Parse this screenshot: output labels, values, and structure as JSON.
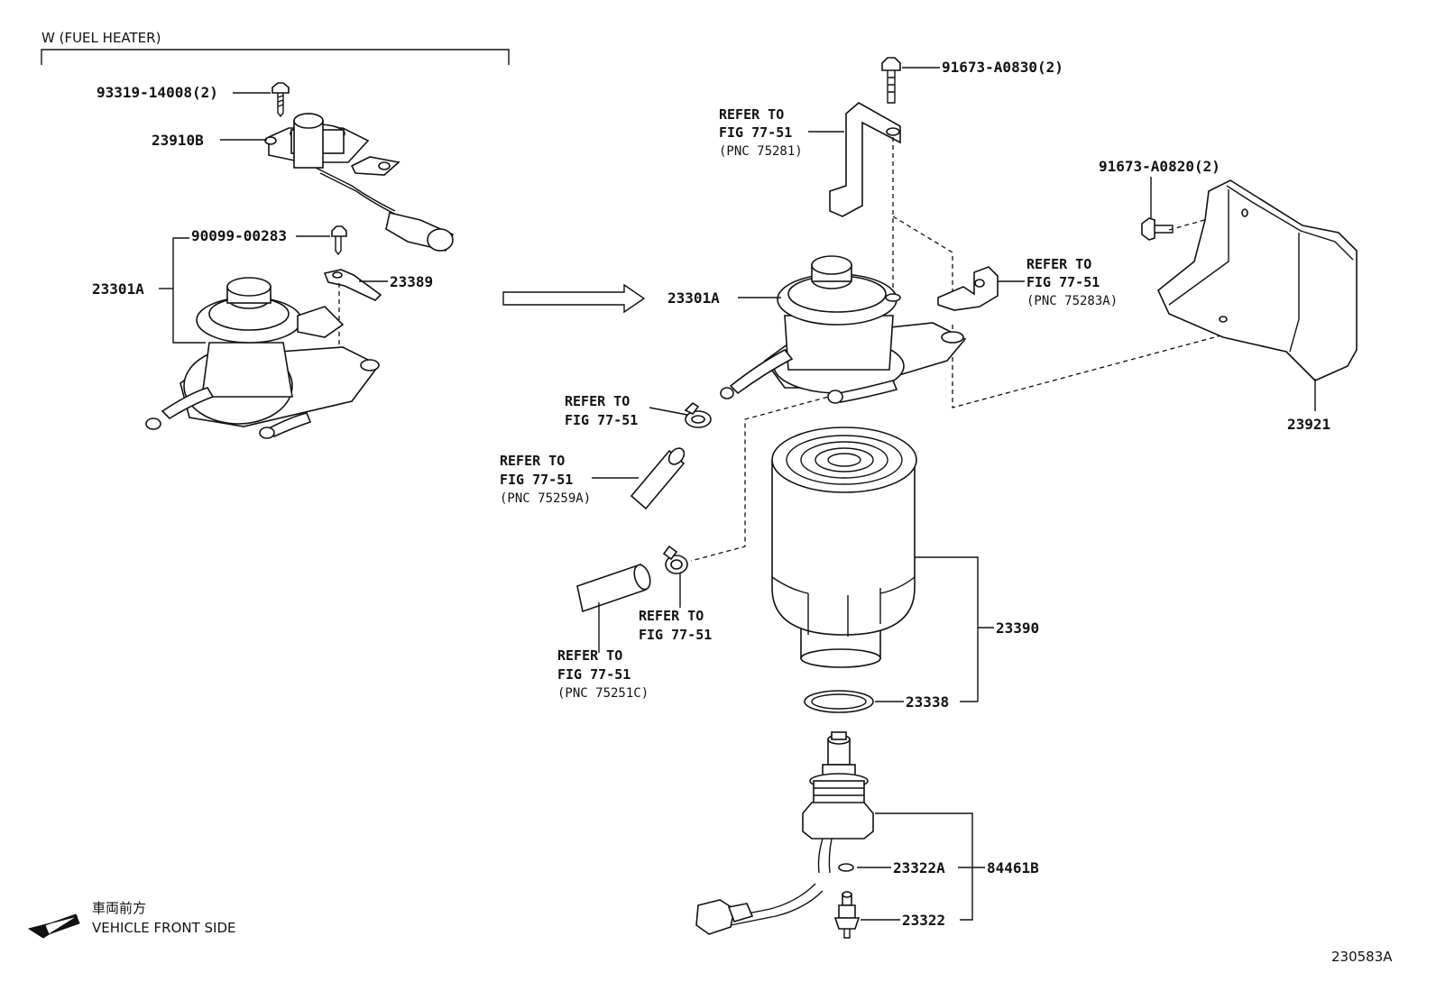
{
  "section": {
    "title": "W (FUEL HEATER)"
  },
  "labels": {
    "p93319": "93319-14008(2)",
    "p23910b": "23910B",
    "p90099": "90099-00283",
    "p23301a_left": "23301A",
    "p23389": "23389",
    "p23301a_right": "23301A",
    "p91673_0830": "91673-A0830(2)",
    "p91673_0820": "91673-A0820(2)",
    "p23921": "23921",
    "p23390": "23390",
    "p23338": "23338",
    "p23322a": "23322A",
    "p84461b": "84461B",
    "p23322": "23322",
    "diagram_id": "230583A"
  },
  "refs": {
    "r75281": [
      "REFER TO",
      "FIG 77-51",
      "(PNC 75281)"
    ],
    "r75283a": [
      "REFER TO",
      "FIG 77-51",
      "(PNC 75283A)"
    ],
    "r_clip_upper": [
      "REFER TO",
      "FIG 77-51"
    ],
    "r75259a": [
      "REFER TO",
      "FIG 77-51",
      "(PNC 75259A)"
    ],
    "r_clip_lower": [
      "REFER TO",
      "FIG 77-51"
    ],
    "r75251c": [
      "REFER TO",
      "FIG 77-51",
      "(PNC 75251C)"
    ]
  },
  "legend": {
    "jp": "車両前方",
    "en": "VEHICLE FRONT SIDE"
  }
}
